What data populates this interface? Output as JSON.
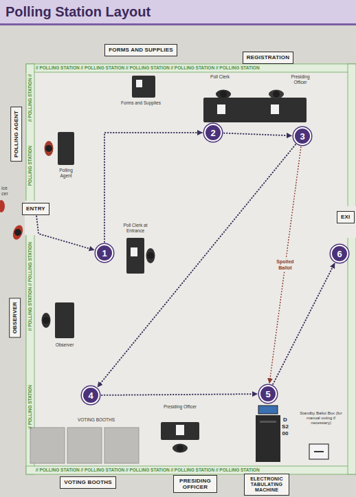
{
  "diagram": {
    "title": "Polling Station Layout",
    "nodes": [
      {
        "text": [
          "FORMS AND SUPPLIES"
        ]
      },
      {
        "text": [
          "REGISTRATION"
        ]
      },
      {
        "text": [
          "POLLING AGENT"
        ]
      },
      {
        "text": [
          "ENTRY"
        ]
      },
      {
        "text": [
          "EXI"
        ]
      },
      {
        "text": [
          "OBSERVER"
        ]
      },
      {
        "text": [
          "VOTING BOOTHS"
        ]
      },
      {
        "text": [
          "PRESIDING OFFICER"
        ]
      },
      {
        "text": [
          "ELECTRONIC TABULATING MACHINE"
        ]
      },
      {
        "text": [
          "1"
        ]
      },
      {
        "text": [
          "2"
        ]
      },
      {
        "text": [
          "3"
        ]
      },
      {
        "text": [
          "4"
        ]
      },
      {
        "text": [
          "5"
        ]
      },
      {
        "text": [
          "6"
        ]
      }
    ],
    "edges": [
      {
        "from": 3,
        "to": 9,
        "arrow": "to"
      },
      {
        "from": 9,
        "to": 10,
        "arrow": "to"
      },
      {
        "from": 10,
        "to": 11,
        "arrow": "to"
      },
      {
        "from": 11,
        "to": 12,
        "arrow": "to"
      },
      {
        "from": 12,
        "to": 13,
        "arrow": "to"
      },
      {
        "from": 11,
        "to": 13,
        "label": "Spoiled Ballot",
        "arrow": "to"
      },
      {
        "from": 13,
        "to": 14,
        "arrow": "to"
      }
    ],
    "labels": [
      "// POLLING STATION // POLLING STATION // POLLING STATION // POLLING STATION // POLLING STATION",
      "// POLLING STATION //",
      "POLLING STATION",
      "// POLLING STATION // POLLING STATION",
      "// POLLING STATION",
      "// POLLING STATION // POLLING STATION // POLLING STATION // POLLING STATION // POLLING STATION",
      "ice cer",
      "Forms and Supplies",
      "Poll Clerk",
      "Presiding Officer",
      "Polling Agent",
      "Poll Clerk at Entrance",
      "Observer",
      "VOTING BOOTHS",
      "Presiding Officer",
      "DS200",
      "Standby Ballot Box (for manual voting if necessary)"
    ]
  }
}
